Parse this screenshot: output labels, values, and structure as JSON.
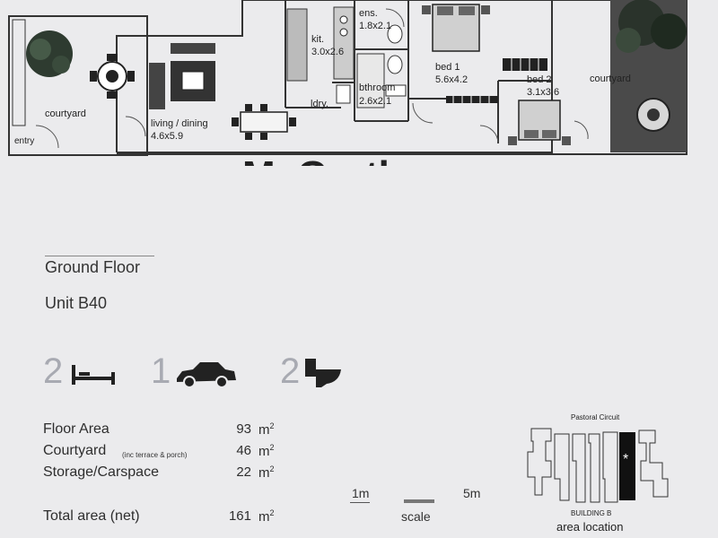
{
  "plan": {
    "rooms": [
      {
        "name": "courtyard",
        "dims": ""
      },
      {
        "name": "living / dining",
        "dims": "4.6x5.9"
      },
      {
        "name": "kit.",
        "dims": "3.0x2.6"
      },
      {
        "name": "ens.",
        "dims": "1.8x2.1"
      },
      {
        "name": "ldry.",
        "dims": ""
      },
      {
        "name": "bthroom",
        "dims": "2.6x2.1"
      },
      {
        "name": "bed 1",
        "dims": "5.6x4.2"
      },
      {
        "name": "bed 2",
        "dims": "3.1x3.6"
      },
      {
        "name": "courtyard",
        "dims": ""
      }
    ],
    "entry_label": "entry",
    "watermark": "McGrath"
  },
  "unit": {
    "floor": "Ground Floor",
    "name": "Unit B40"
  },
  "features": [
    {
      "count": "2",
      "icon": "bed-icon"
    },
    {
      "count": "1",
      "icon": "car-icon"
    },
    {
      "count": "2",
      "icon": "toilet-icon"
    }
  ],
  "areas": {
    "floor_area": {
      "label": "Floor Area",
      "value": "93",
      "unit": "m"
    },
    "courtyard": {
      "label": "Courtyard",
      "note": "(inc terrace & porch)",
      "value": "46",
      "unit": "m"
    },
    "storage": {
      "label": "Storage/Carspace",
      "value": "22",
      "unit": "m"
    },
    "total": {
      "label": "Total area (net)",
      "value": "161",
      "unit": "m"
    },
    "unit_exponent": "2"
  },
  "scale": {
    "left": "1m",
    "right": "5m",
    "label": "scale"
  },
  "location": {
    "street": "Pastoral Circuit",
    "building": "BUILDING B",
    "title": "area location",
    "marker": "*"
  }
}
